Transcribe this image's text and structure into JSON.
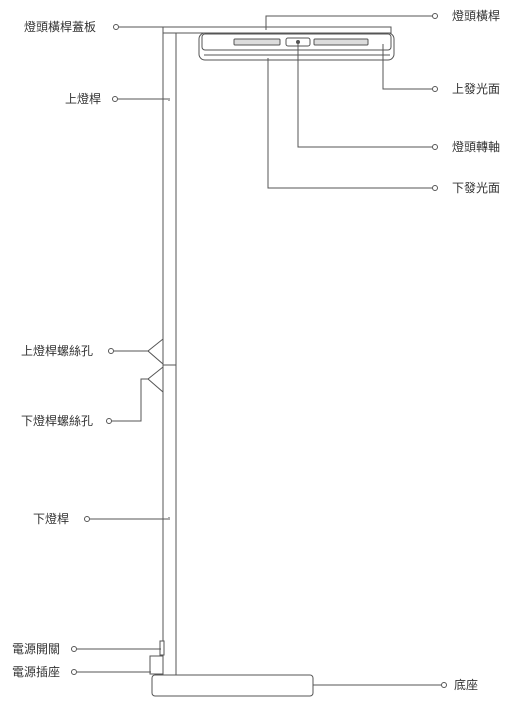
{
  "labels": {
    "head_bar_cover": "燈頭橫桿蓋板",
    "head_bar": "燈頭橫桿",
    "upper_emitting_surface": "上發光面",
    "upper_pole": "上燈桿",
    "head_rotation_axis": "燈頭轉軸",
    "lower_emitting_surface": "下發光面",
    "upper_pole_screw_hole": "上燈桿螺絲孔",
    "lower_pole_screw_hole": "下燈桿螺絲孔",
    "lower_pole": "下燈桿",
    "power_switch": "電源開關",
    "power_socket": "電源插座",
    "base": "底座"
  },
  "colors": {
    "line": "#555555",
    "text": "#333333",
    "panel": "#dcdcdc"
  }
}
